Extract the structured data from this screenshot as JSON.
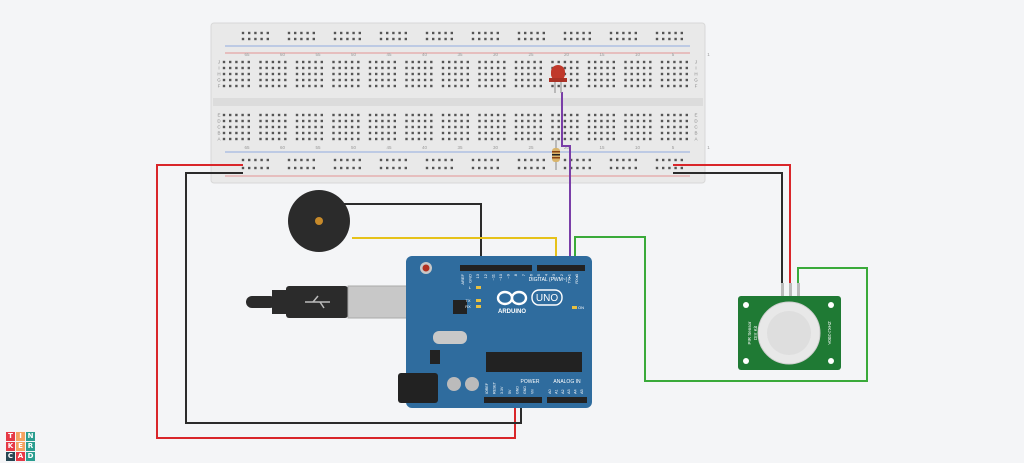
{
  "colors": {
    "background": "#f4f5f7",
    "breadboard": "#e8e8e8",
    "arduino_blue": "#2f6c9e",
    "wire_red": "#d9262a",
    "wire_black": "#2b2b2b",
    "wire_yellow": "#e6c21a",
    "wire_green": "#3aaa3a",
    "wire_purple": "#7a3ea8",
    "pir_board": "#1f7a34",
    "led_red": "#c0392b"
  },
  "logo": {
    "letters": [
      "T",
      "I",
      "N",
      "K",
      "E",
      "R",
      "C",
      "A",
      "D"
    ],
    "colors": [
      "#e63946",
      "#f4a261",
      "#2a9d8f",
      "#e63946",
      "#f4a261",
      "#2a9d8f",
      "#264653",
      "#e63946",
      "#2a9d8f"
    ]
  },
  "breadboard": {
    "row_letters_top": [
      "J",
      "I",
      "H",
      "G",
      "F"
    ],
    "row_letters_bottom": [
      "E",
      "D",
      "C",
      "B",
      "A"
    ],
    "column_labels": [
      "65",
      "60",
      "55",
      "50",
      "45",
      "40",
      "35",
      "30",
      "25",
      "20",
      "15",
      "10",
      "5",
      "1"
    ]
  },
  "arduino": {
    "brand": "ARDUINO",
    "model": "UNO",
    "digital_label": "DIGITAL (PWM~)",
    "power_label": "POWER",
    "analog_label": "ANALOG IN",
    "top_pins": [
      "AREF",
      "GND",
      "13",
      "12",
      "~11",
      "~10",
      "~9",
      "8",
      "7",
      "~6",
      "~5",
      "4",
      "~3",
      "2",
      "TX▸1",
      "RX◂0"
    ],
    "power_pins": [
      "IOREF",
      "RESET",
      "3.3V",
      "5V",
      "GND",
      "GND",
      "Vin"
    ],
    "analog_pins": [
      "A0",
      "A1",
      "A2",
      "A3",
      "A4",
      "A5"
    ],
    "led_labels": [
      "L",
      "TX",
      "RX"
    ],
    "on_label": "ON"
  },
  "pir": {
    "side_labels": [
      "PIR Sensor",
      "DIY Kit",
      "ZHKJ-200A"
    ]
  }
}
